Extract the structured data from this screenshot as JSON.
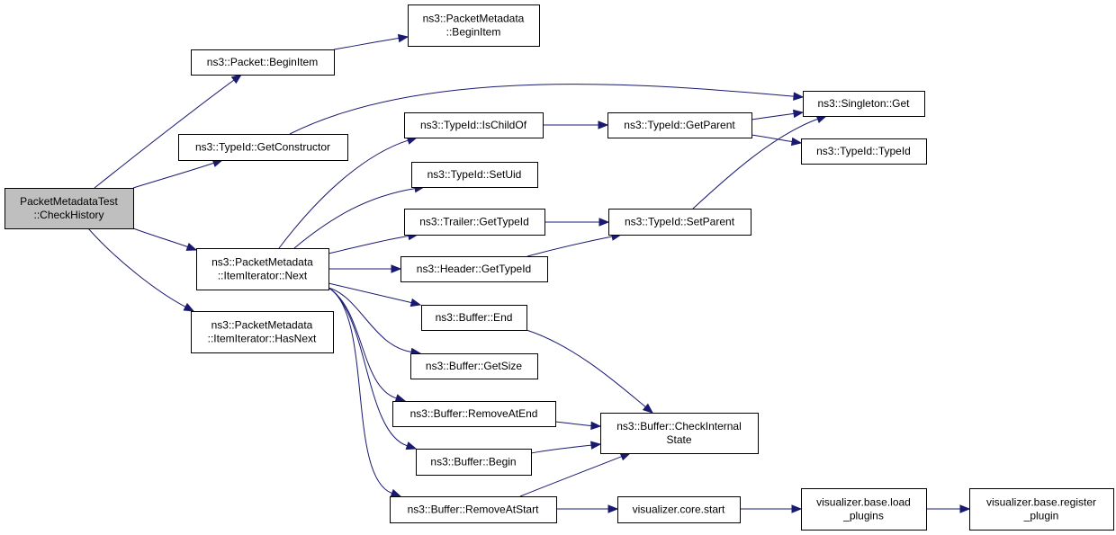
{
  "graph": {
    "type": "call-graph",
    "colors": {
      "edge": "#191970",
      "root_fill": "#bfbfbf",
      "node_fill": "#ffffff",
      "border": "#000000"
    },
    "nodes": [
      {
        "id": "root",
        "lines": [
          "PacketMetadataTest",
          "::CheckHistory"
        ],
        "root": true
      },
      {
        "id": "packet_beginitem",
        "lines": [
          "ns3::Packet::BeginItem"
        ]
      },
      {
        "id": "pm_beginitem",
        "lines": [
          "ns3::PacketMetadata",
          "::BeginItem"
        ]
      },
      {
        "id": "typeid_getconstructor",
        "lines": [
          "ns3::TypeId::GetConstructor"
        ]
      },
      {
        "id": "singleton_get",
        "lines": [
          "ns3::Singleton::Get"
        ]
      },
      {
        "id": "pm_next",
        "lines": [
          "ns3::PacketMetadata",
          "::ItemIterator::Next"
        ]
      },
      {
        "id": "pm_hasnext",
        "lines": [
          "ns3::PacketMetadata",
          "::ItemIterator::HasNext"
        ]
      },
      {
        "id": "typeid_ischildof",
        "lines": [
          "ns3::TypeId::IsChildOf"
        ]
      },
      {
        "id": "typeid_getparent",
        "lines": [
          "ns3::TypeId::GetParent"
        ]
      },
      {
        "id": "typeid_typeid",
        "lines": [
          "ns3::TypeId::TypeId"
        ]
      },
      {
        "id": "typeid_setuid",
        "lines": [
          "ns3::TypeId::SetUid"
        ]
      },
      {
        "id": "trailer_gettypeid",
        "lines": [
          "ns3::Trailer::GetTypeId"
        ]
      },
      {
        "id": "typeid_setparent",
        "lines": [
          "ns3::TypeId::SetParent"
        ]
      },
      {
        "id": "header_gettypeid",
        "lines": [
          "ns3::Header::GetTypeId"
        ]
      },
      {
        "id": "buffer_end",
        "lines": [
          "ns3::Buffer::End"
        ]
      },
      {
        "id": "buffer_getsize",
        "lines": [
          "ns3::Buffer::GetSize"
        ]
      },
      {
        "id": "buffer_removeatend",
        "lines": [
          "ns3::Buffer::RemoveAtEnd"
        ]
      },
      {
        "id": "buffer_checkinternalstate",
        "lines": [
          "ns3::Buffer::CheckInternal",
          "State"
        ]
      },
      {
        "id": "buffer_begin",
        "lines": [
          "ns3::Buffer::Begin"
        ]
      },
      {
        "id": "buffer_removeatstart",
        "lines": [
          "ns3::Buffer::RemoveAtStart"
        ]
      },
      {
        "id": "vis_core_start",
        "lines": [
          "visualizer.core.start"
        ]
      },
      {
        "id": "vis_load_plugins",
        "lines": [
          "visualizer.base.load",
          "_plugins"
        ]
      },
      {
        "id": "vis_register_plugin",
        "lines": [
          "visualizer.base.register",
          "_plugin"
        ]
      }
    ],
    "edges": [
      [
        "root",
        "packet_beginitem"
      ],
      [
        "root",
        "typeid_getconstructor"
      ],
      [
        "root",
        "pm_next"
      ],
      [
        "root",
        "pm_hasnext"
      ],
      [
        "packet_beginitem",
        "pm_beginitem"
      ],
      [
        "typeid_getconstructor",
        "singleton_get"
      ],
      [
        "pm_next",
        "typeid_ischildof"
      ],
      [
        "pm_next",
        "typeid_setuid"
      ],
      [
        "pm_next",
        "trailer_gettypeid"
      ],
      [
        "pm_next",
        "header_gettypeid"
      ],
      [
        "pm_next",
        "buffer_end"
      ],
      [
        "pm_next",
        "buffer_getsize"
      ],
      [
        "pm_next",
        "buffer_removeatend"
      ],
      [
        "pm_next",
        "buffer_begin"
      ],
      [
        "pm_next",
        "buffer_removeatstart"
      ],
      [
        "typeid_ischildof",
        "typeid_getparent"
      ],
      [
        "typeid_getparent",
        "singleton_get"
      ],
      [
        "typeid_getparent",
        "typeid_typeid"
      ],
      [
        "trailer_gettypeid",
        "typeid_setparent"
      ],
      [
        "header_gettypeid",
        "typeid_setparent"
      ],
      [
        "typeid_setparent",
        "singleton_get"
      ],
      [
        "buffer_end",
        "buffer_checkinternalstate"
      ],
      [
        "buffer_removeatend",
        "buffer_checkinternalstate"
      ],
      [
        "buffer_begin",
        "buffer_checkinternalstate"
      ],
      [
        "buffer_removeatstart",
        "buffer_checkinternalstate"
      ],
      [
        "buffer_removeatstart",
        "vis_core_start"
      ],
      [
        "vis_core_start",
        "vis_load_plugins"
      ],
      [
        "vis_load_plugins",
        "vis_register_plugin"
      ]
    ]
  }
}
